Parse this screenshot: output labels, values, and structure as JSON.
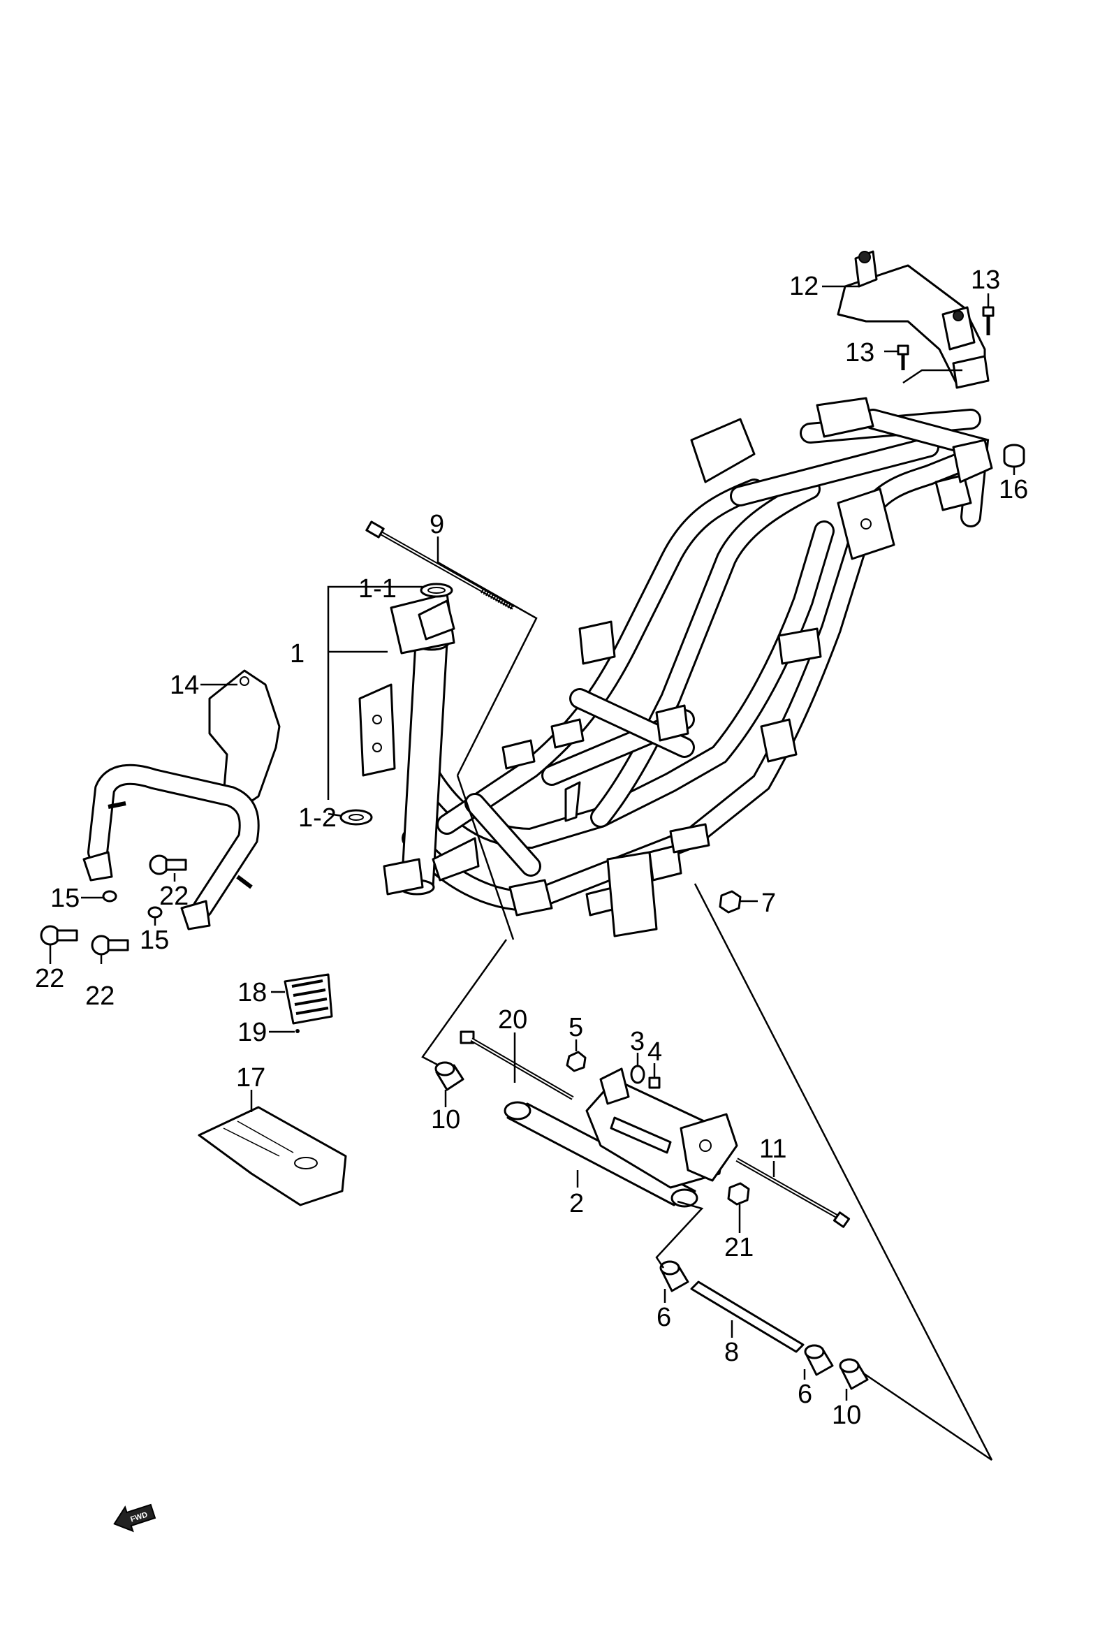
{
  "labels": {
    "p1": "1",
    "p1_1": "1-1",
    "p1_2": "1-2",
    "p2": "2",
    "p3": "3",
    "p4": "4",
    "p5": "5",
    "p6a": "6",
    "p6b": "6",
    "p7": "7",
    "p8": "8",
    "p9": "9",
    "p10a": "10",
    "p10b": "10",
    "p11": "11",
    "p12": "12",
    "p13a": "13",
    "p13b": "13",
    "p14": "14",
    "p15a": "15",
    "p15b": "15",
    "p16": "16",
    "p17": "17",
    "p18": "18",
    "p19": "19",
    "p20": "20",
    "p21": "21",
    "p22a": "22",
    "p22b": "22",
    "p22c": "22"
  },
  "fwd_badge": "FWD"
}
